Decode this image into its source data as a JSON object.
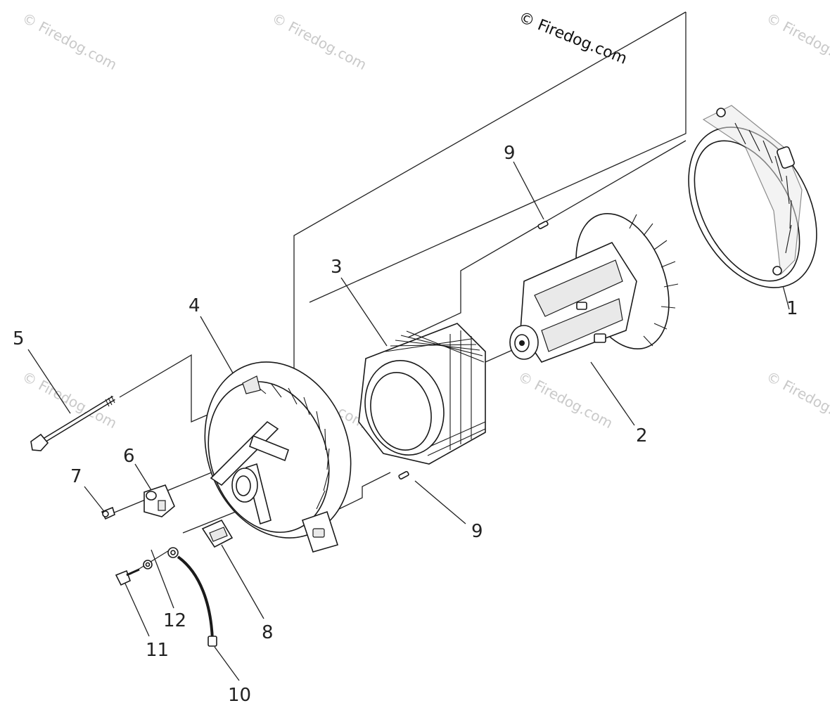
{
  "credit": "© Firedog.com",
  "watermark_text": "© Firedog.com",
  "callouts": [
    {
      "id": "c1",
      "label": "1"
    },
    {
      "id": "c2",
      "label": "2"
    },
    {
      "id": "c3",
      "label": "3"
    },
    {
      "id": "c4",
      "label": "4"
    },
    {
      "id": "c5",
      "label": "5"
    },
    {
      "id": "c6",
      "label": "6"
    },
    {
      "id": "c7",
      "label": "7"
    },
    {
      "id": "c8",
      "label": "8"
    },
    {
      "id": "c9a",
      "label": "9"
    },
    {
      "id": "c9b",
      "label": "9"
    },
    {
      "id": "c10",
      "label": "10"
    },
    {
      "id": "c11",
      "label": "11"
    },
    {
      "id": "c12",
      "label": "12"
    }
  ]
}
